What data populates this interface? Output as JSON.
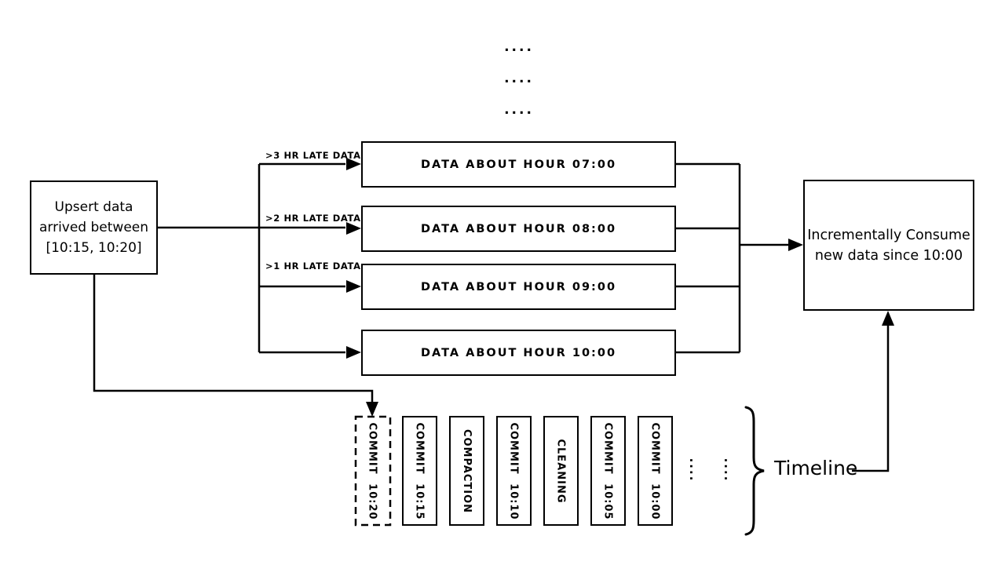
{
  "diagram": {
    "top_ellipsis": {
      "rows": [
        "....",
        "....",
        "...."
      ]
    },
    "upsert_box": {
      "line1": "Upsert data",
      "line2": "arrived between",
      "line3": "[10:15, 10:20]"
    },
    "late_labels": [
      ">3 HR LATE DATA",
      ">2 HR LATE DATA",
      ">1 HR LATE DATA"
    ],
    "data_boxes": [
      "DATA ABOUT HOUR 07:00",
      "DATA ABOUT HOUR 08:00",
      "DATA ABOUT HOUR 09:00",
      "DATA ABOUT HOUR 10:00"
    ],
    "consume_box": {
      "line1": "Incrementally Consume",
      "line2": "new data since 10:00"
    },
    "timeline": {
      "entries": [
        {
          "label": "COMMIT 10:20",
          "style": "dashed"
        },
        {
          "label": "COMMIT 10:15",
          "style": "solid"
        },
        {
          "label": "COMPACTION",
          "style": "solid"
        },
        {
          "label": "COMMIT 10:10",
          "style": "solid"
        },
        {
          "label": "CLEANING",
          "style": "solid"
        },
        {
          "label": "COMMIT 10:05",
          "style": "solid"
        },
        {
          "label": "COMMIT 10:00",
          "style": "solid"
        }
      ],
      "ellipsis": [
        "....",
        "...."
      ],
      "brace_label": "Timeline"
    },
    "colors": {
      "ink": "#000000",
      "background": "#ffffff"
    }
  }
}
